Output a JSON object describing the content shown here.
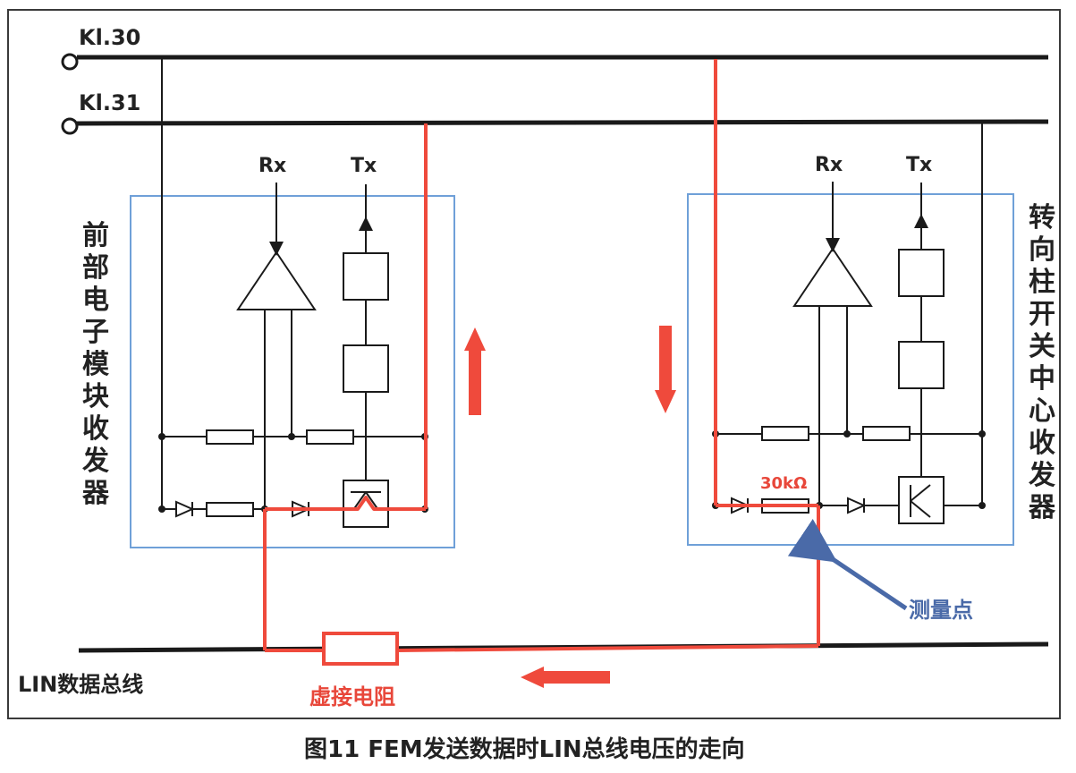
{
  "labels": {
    "kl30": "Kl.30",
    "kl31": "Kl.31",
    "left_rx": "Rx",
    "left_tx": "Tx",
    "right_rx": "Rx",
    "right_tx": "Tx",
    "left_module": "前部电子模块收发器",
    "right_module": "转向柱开关中心收发器",
    "resistor_value": "30kΩ",
    "measurement_point": "测量点",
    "lin_bus": "LIN数据总线",
    "virtual_resistor": "虚接电阻",
    "caption": "图11 FEM发送数据时LIN总线电压的走向"
  },
  "colors": {
    "wire": "#1a1a1a",
    "current_path": "#ef4a3c",
    "module_box": "#6fa0d8",
    "measurement": "#4a6aa8"
  }
}
